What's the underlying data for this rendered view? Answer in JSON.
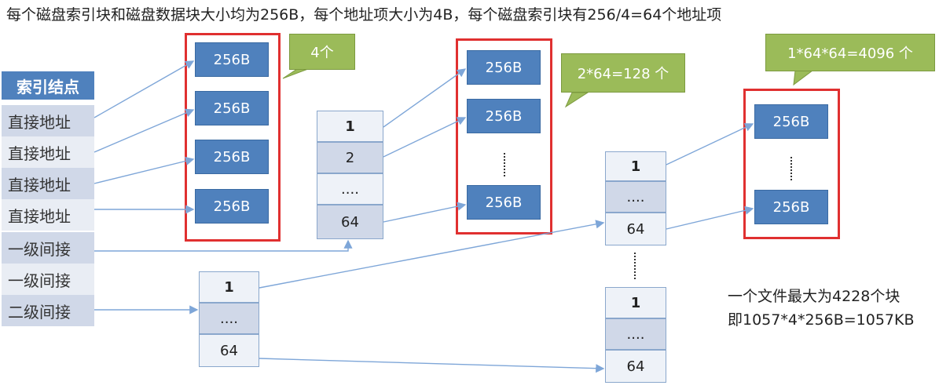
{
  "title": "每个磁盘索引块和磁盘数据块大小均为256B，每个地址项大小为4B，每个磁盘索引块有256/4=64个地址项",
  "inode": {
    "header": "索引结点",
    "rows": [
      "直接地址",
      "直接地址",
      "直接地址",
      "直接地址",
      "一级间接",
      "一级间接",
      "二级间接"
    ]
  },
  "block_label": "256B",
  "callouts": {
    "direct": "4个",
    "single": "2*64=128 个",
    "double": "1*64*64=4096 个"
  },
  "table_single": [
    "1",
    "2",
    "....",
    "64"
  ],
  "table_double_top": [
    "1",
    "....",
    "64"
  ],
  "table_double_mid": [
    "1",
    "....",
    "64"
  ],
  "table_double_bottom": [
    "1",
    "....",
    "64"
  ],
  "note": {
    "line1": "一个文件最大为4228个块",
    "line2": "即1057*4*256B=1057KB"
  },
  "colors": {
    "block": "#4f81bd",
    "red_box": "#e03030",
    "callout": "#9bbb59",
    "arrow": "#7ea6d8"
  }
}
